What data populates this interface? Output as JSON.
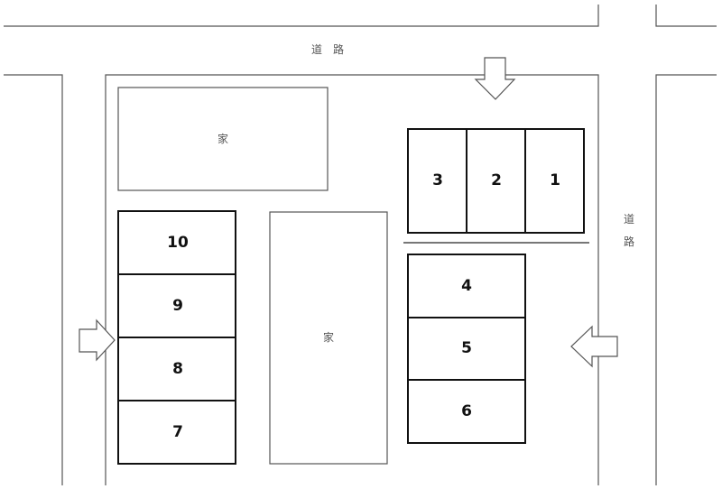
{
  "road_top_label": "道　路",
  "road_right_label": [
    "道",
    "路"
  ],
  "house_label": "家",
  "houses": [
    "家",
    "家"
  ],
  "spaces": [
    "1",
    "2",
    "3",
    "4",
    "5",
    "6",
    "7",
    "8",
    "9",
    "10"
  ]
}
